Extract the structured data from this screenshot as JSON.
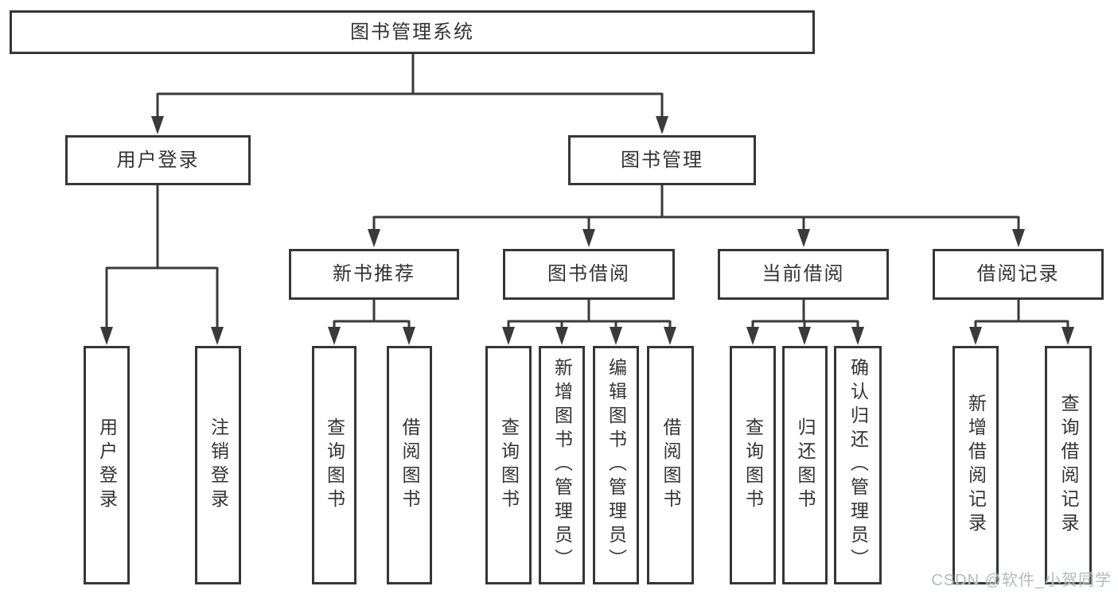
{
  "title": "图书管理系统",
  "tree": {
    "root": {
      "label": "图书管理系统",
      "children": [
        {
          "label": "用户登录",
          "children": [
            {
              "label": "用户登录"
            },
            {
              "label": "注销登录"
            }
          ]
        },
        {
          "label": "图书管理",
          "children": [
            {
              "label": "新书推荐",
              "children": [
                {
                  "label": "查询图书"
                },
                {
                  "label": "借阅图书"
                }
              ]
            },
            {
              "label": "图书借阅",
              "children": [
                {
                  "label": "查询图书"
                },
                {
                  "label": "新增图书（管理员）"
                },
                {
                  "label": "编辑图书（管理员）"
                },
                {
                  "label": "借阅图书"
                }
              ]
            },
            {
              "label": "当前借阅",
              "children": [
                {
                  "label": "查询图书"
                },
                {
                  "label": "归还图书"
                },
                {
                  "label": "确认归还（管理员）"
                }
              ]
            },
            {
              "label": "借阅记录",
              "children": [
                {
                  "label": "新增借阅记录"
                },
                {
                  "label": "查询借阅记录"
                }
              ]
            }
          ]
        }
      ]
    }
  },
  "watermark": {
    "text": "CSDN @软件_小贺同学"
  },
  "colors": {
    "line": "#3a3a3a",
    "box_border": "#363636",
    "text": "#333333",
    "background": "#ffffff",
    "watermark": "#b5b9bd"
  }
}
